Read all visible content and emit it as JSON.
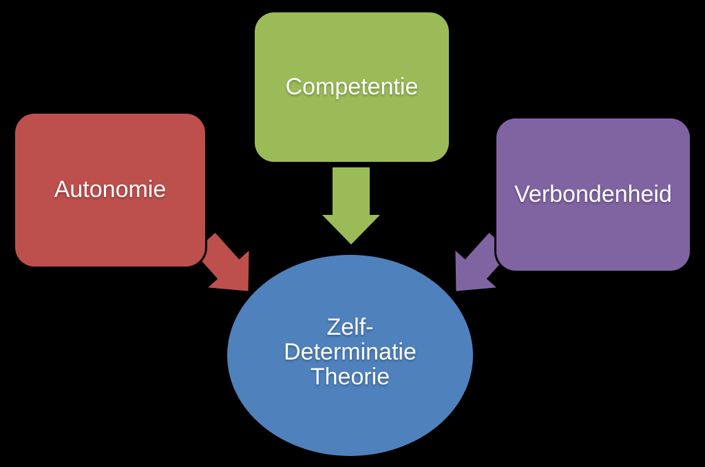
{
  "diagram": {
    "title": "Zelf-Determinatie Theorie diagram",
    "background_color": "#000000",
    "text_color": "#ffffff",
    "nodes": {
      "autonomie": {
        "label": "Autonomie",
        "shape": "rounded-rectangle",
        "color": "#bd4f4d"
      },
      "competentie": {
        "label": "Competentie",
        "shape": "rounded-rectangle",
        "color": "#9bbb59"
      },
      "verbondenheid": {
        "label": "Verbondenheid",
        "shape": "rounded-rectangle",
        "color": "#8064a2"
      },
      "center": {
        "label": "Zelf-Determinatie Theorie",
        "lines": [
          "Zelf-",
          "Determinatie",
          "Theorie"
        ],
        "shape": "ellipse",
        "color": "#4f81bd"
      }
    },
    "arrows": [
      {
        "name": "autonomie-to-center",
        "direction": "down-right",
        "color": "#bd4f4d"
      },
      {
        "name": "competentie-to-center",
        "direction": "down",
        "color": "#9bbb59"
      },
      {
        "name": "verbondenheid-to-center",
        "direction": "down-left",
        "color": "#8064a2"
      }
    ]
  }
}
